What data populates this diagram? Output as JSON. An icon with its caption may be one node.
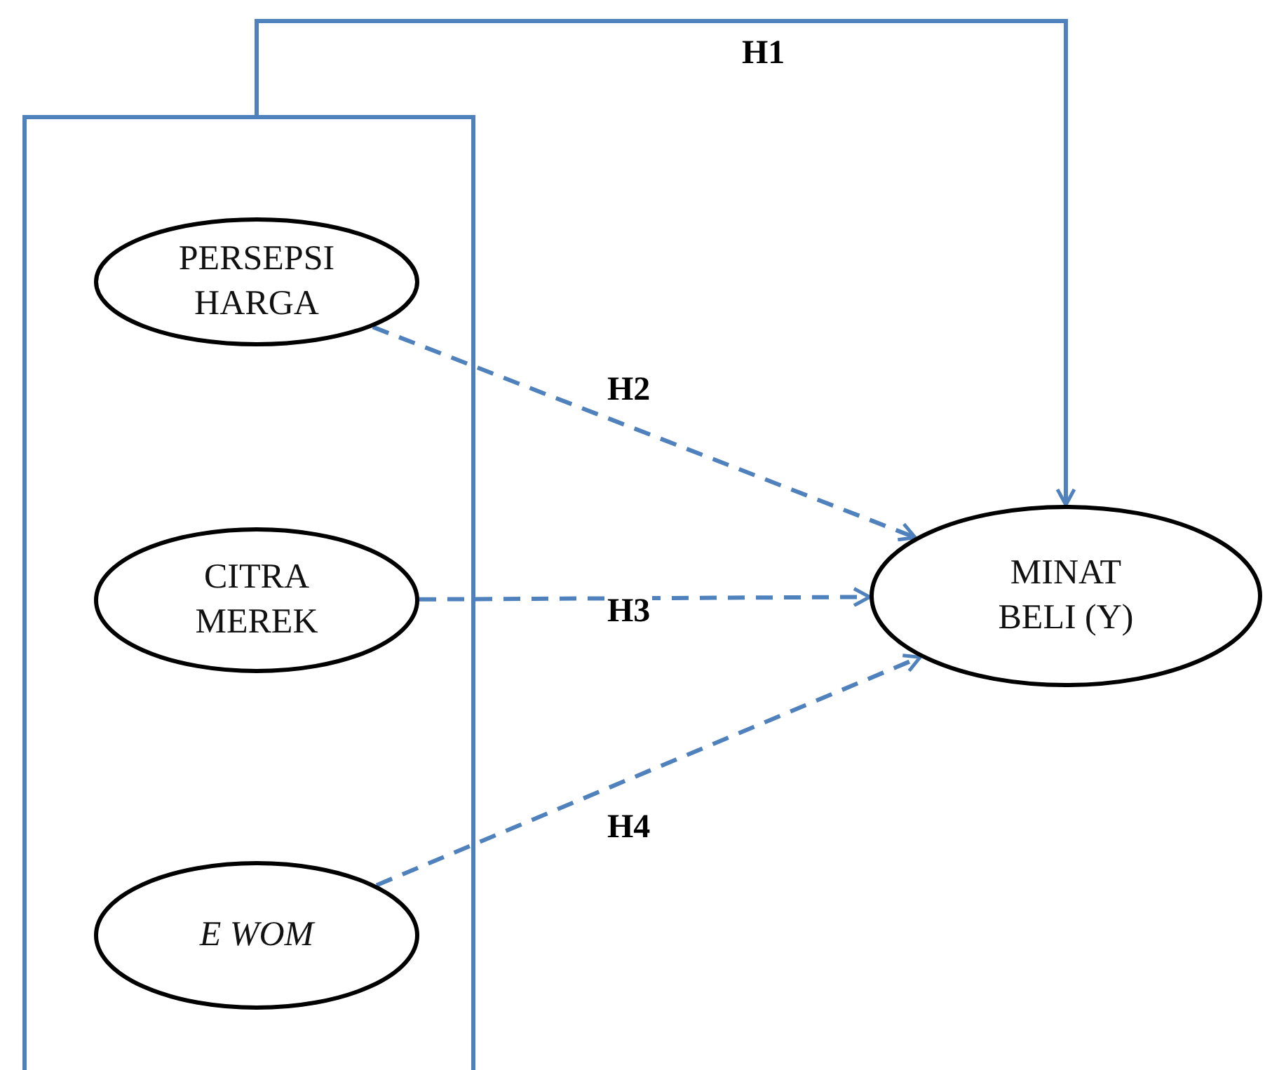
{
  "diagram": {
    "nodes": [
      {
        "text": [],
        "shape": "box"
      },
      {
        "text": [
          "PERSEPSI HARGA"
        ],
        "in": 0
      },
      {
        "text": [
          "CITRA MEREK"
        ],
        "in": 0
      },
      {
        "text": [
          "E WOM"
        ],
        "in": 0
      },
      {
        "text": [
          "MINAT BELI (Y)"
        ]
      }
    ],
    "edges": [
      {
        "from": 0,
        "to": 4,
        "arrow": "to",
        "label": "H1"
      },
      {
        "from": 1,
        "to": 4,
        "arrow": "to",
        "label": "H2",
        "style": "dashed"
      },
      {
        "from": 2,
        "to": 4,
        "arrow": "to",
        "label": "H3",
        "style": "dashed"
      },
      {
        "from": 3,
        "to": 4,
        "arrow": "to",
        "label": "H4",
        "style": "dashed"
      }
    ]
  }
}
